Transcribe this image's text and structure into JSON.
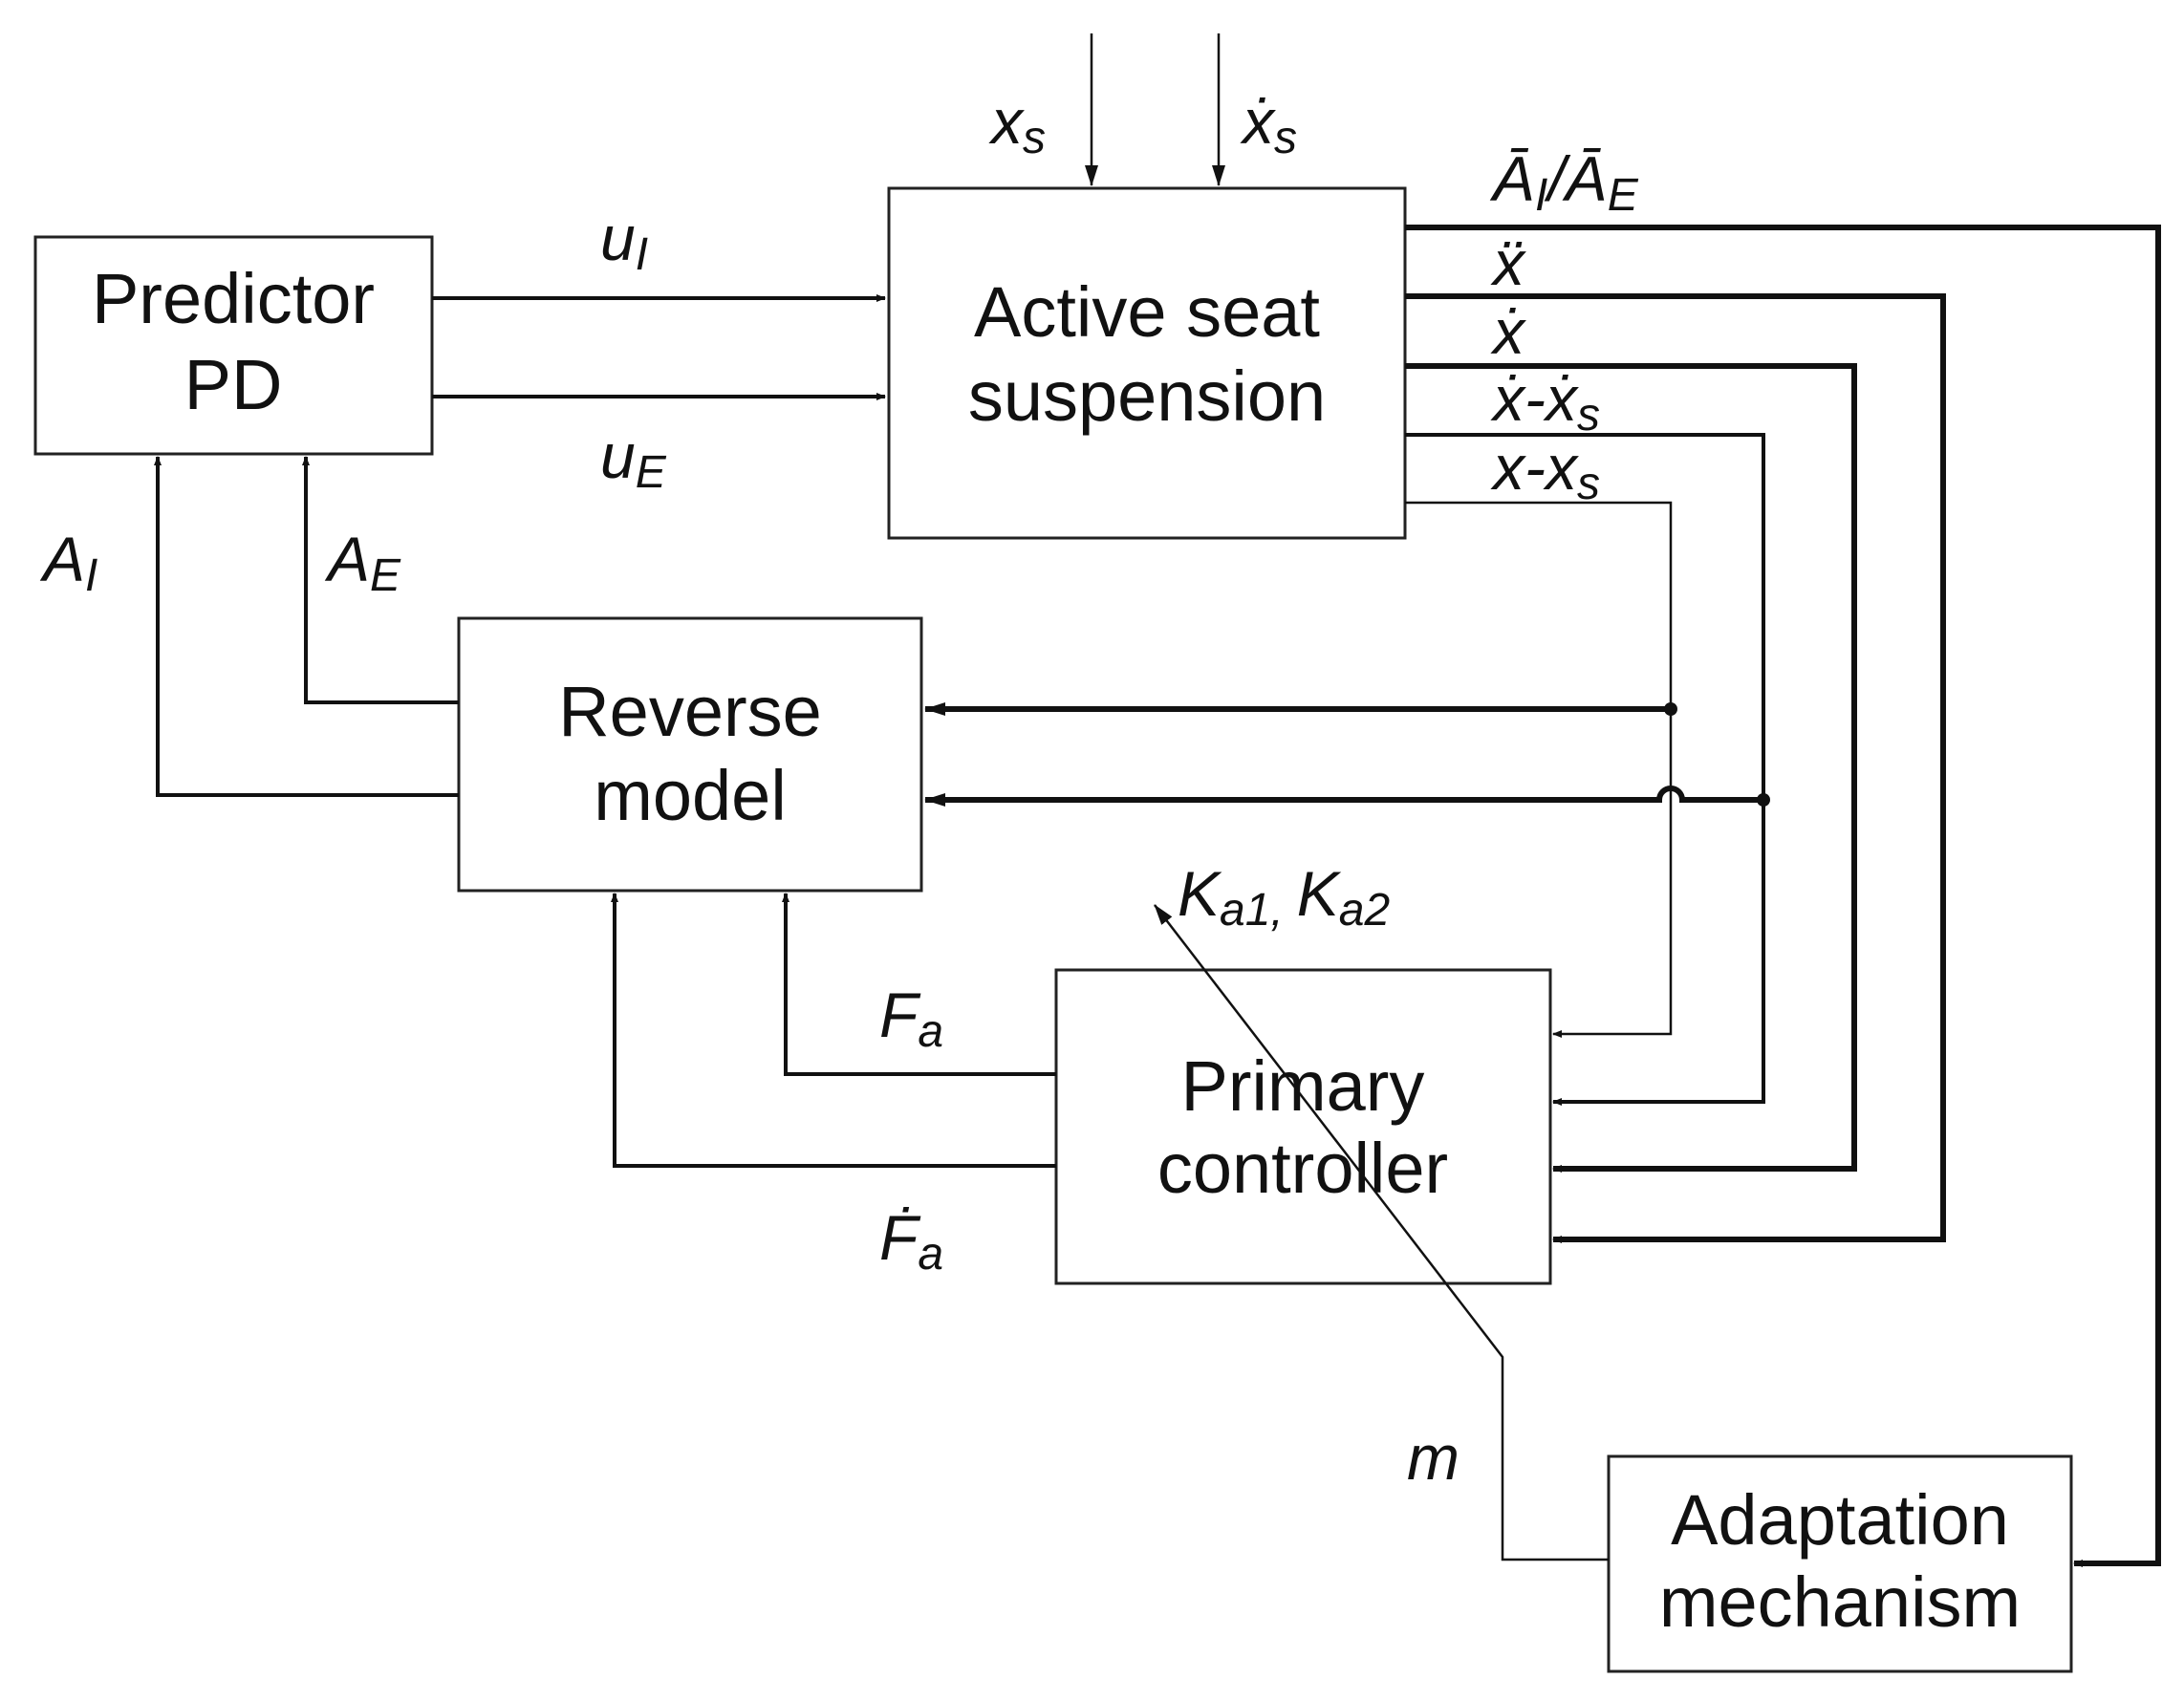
{
  "blocks": {
    "predictor": {
      "line1": "Predictor",
      "line2": "PD"
    },
    "active_seat": {
      "line1": "Active seat",
      "line2": "suspension"
    },
    "reverse_model": {
      "line1": "Reverse",
      "line2": "model"
    },
    "primary_controller": {
      "line1": "Primary",
      "line2": "controller"
    },
    "adaptation": {
      "line1": "Adaptation",
      "line2": "mechanism"
    }
  },
  "signals": {
    "xs": {
      "base": "x",
      "sub": "s"
    },
    "xs_dot": {
      "base": "ẋ",
      "sub": "s"
    },
    "uI": {
      "base": "u",
      "sub": "I"
    },
    "uE": {
      "base": "u",
      "sub": "E"
    },
    "AI": {
      "base": "A",
      "sub": "I"
    },
    "AE": {
      "base": "A",
      "sub": "E"
    },
    "A_ratio": {
      "base1": "Ā",
      "sub1": "I",
      "sep": "/",
      "base2": "Ā",
      "sub2": "E"
    },
    "x_ddot": {
      "text": "ẍ"
    },
    "x_dot": {
      "text": "ẋ"
    },
    "xdot_minus_xsdot": {
      "base": "ẋ-ẋ",
      "sub": "s"
    },
    "x_minus_xs": {
      "base": "x-x",
      "sub": "s"
    },
    "gains": {
      "base1": "K",
      "sub1": "a1,",
      "base2": "K",
      "sub2": "a2"
    },
    "Fa": {
      "base": "F",
      "sub": "a"
    },
    "Fa_dot": {
      "base": "Ḟ",
      "sub": "a"
    },
    "m": {
      "text": "m"
    }
  }
}
